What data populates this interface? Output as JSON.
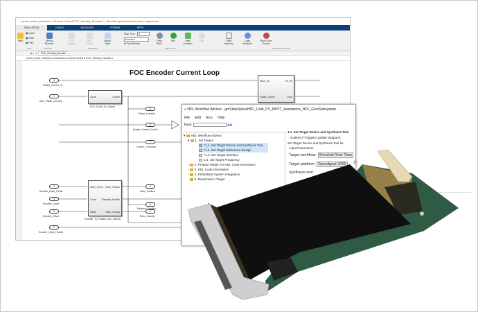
{
  "window": {
    "title": "pmsm_motor_behavior/.../Current Control/FOC_Velocity_Encoder * - Simulink sponsored third party support use",
    "tabs": [
      "SIMULATION",
      "DEBUG",
      "MODELING",
      "FORMAT",
      "APPS"
    ],
    "ribbon": {
      "file": {
        "new": "New",
        "open": "Open",
        "save": "Save",
        "print": "Print",
        "section": "FILE"
      },
      "library": {
        "browser": "Library Browser",
        "section": "LIBRARY"
      },
      "prepare": {
        "log": "Log Signals",
        "add_viewer": "Add Viewer",
        "signal_table": "Signal Table",
        "section": "PREPARE"
      },
      "simulate": {
        "stop_time_label": "Stop Time",
        "stop_time": "8",
        "mode": "Normal",
        "fast_restart": "Fast Restart",
        "step_back": "Step Back",
        "run": "Run",
        "step_forward": "Step Forward",
        "stop": "Stop",
        "section": "SIMULATE"
      },
      "review": {
        "data_inspector": "Data Inspector",
        "logic_analyzer": "Logic Analyzer",
        "birds_eye": "Bird's-Eye Scope",
        "section": "REVIEW RESULTS"
      }
    },
    "nav_tab": "FOC_Velocity_Encoder",
    "breadcrumb": [
      "pmsm_motor_behavior",
      "Controller",
      "Current Control",
      "FOC_Velocity_Encoder"
    ]
  },
  "diagram": {
    "title": "FOC Encoder Current Loop",
    "inports": [
      {
        "num": "4",
        "label": "Enable_Inverter_In"
      },
      {
        "num": "1",
        "label": "ADC_Phase_Currents"
      },
      {
        "num": "4",
        "label": "Enable_Current_Control"
      },
      {
        "num": "7",
        "label": "Current_Command"
      },
      {
        "num": "2",
        "label": "Encoder_Index_Found"
      },
      {
        "num": "3",
        "label": "Encoder_Count"
      },
      {
        "num": "8",
        "label": "Encoder_Offset"
      },
      {
        "num": "2",
        "label": "Encoder_Index_Found1"
      }
    ],
    "outports": [
      {
        "num": "3",
        "label": "Phase_Currents"
      },
      {
        "num": "5",
        "label": "Rotor_Position"
      },
      {
        "num": "6",
        "label": "Electrical_Position"
      },
      {
        "num": "4",
        "label": "Rotor_Velocity"
      }
    ],
    "blocks": {
      "adc": {
        "name": "ADC_Count_To_Current",
        "in": "Count",
        "out": "Current"
      },
      "enc": {
        "name": "Encoder_To_Position_And_Velocity",
        "in": [
          "Index_Found",
          "Count",
          "Offset"
        ],
        "out": [
          "Rotor_Position",
          "Electrical_Position",
          "Rotor_Velocity"
        ]
      },
      "ctrl": {
        "in": [
          "Motor_On",
          "Phase_Current"
        ],
        "out": [
          "En_Inv",
          "Error"
        ]
      }
    }
  },
  "hdl": {
    "title": "HDL Workflow Advisor - gmStateSpaceHDL_Gold_PV_MPPT_standalone_HDL_Gen/Subsystem",
    "menu": [
      "File",
      "Edit",
      "Run",
      "Help"
    ],
    "find_label": "Find:",
    "tree": [
      "HDL Workflow Advisor",
      "1. Set Target",
      "^1.1. Set Target Device and Synthesis Tool",
      "^1.2. Set Target Reference Design",
      "^1.3. Set Target Interface",
      "1.4. Set Target Frequency",
      "2. Prepare Model For HDL Code Generation",
      "3. HDL Code Generation",
      "4. Embedded System Integration",
      "5. Download to Target"
    ],
    "panel": {
      "heading": "1.1. Set Target Device and Synthesis Tool",
      "analysis": "Analysis (^Triggers Update Diagram)",
      "desc": "Set Target Device and Synthesis Tool for",
      "group": "Input Parameters",
      "workflow_label": "Target workflow:",
      "workflow": "Simulink Real-Time",
      "platform_label": "Target platform:",
      "platform": "Speedgoat 1000",
      "synth_label": "Synthesis tool:"
    }
  },
  "colors": {
    "tabbar": "#0c3f78",
    "selection": "#cfe5fb",
    "board": "#111111",
    "pcb": "#2f5a44"
  }
}
